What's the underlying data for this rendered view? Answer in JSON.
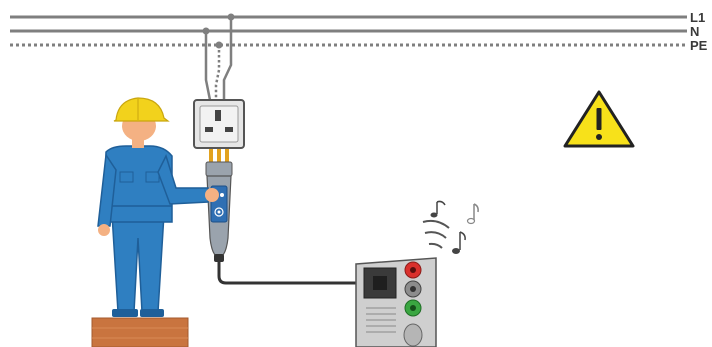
{
  "lines": [
    {
      "id": "L1",
      "label": "L1",
      "style": "solid"
    },
    {
      "id": "N",
      "label": "N",
      "style": "solid"
    },
    {
      "id": "PE",
      "label": "PE",
      "style": "dotted"
    }
  ],
  "colors": {
    "line": "#7f7f7f",
    "worker_suit": "#2f7fc1",
    "worker_suit_dark": "#1f5f99",
    "helmet": "#f2d21c",
    "skin": "#f4b183",
    "warning_fill": "#f7e11a",
    "brick": "#c9743f",
    "instrument_body": "#cfcfcf",
    "probe": "#9aa3ad",
    "probe_panel": "#2f6fb3",
    "terminal_red": "#d9302c",
    "terminal_green": "#3aa641",
    "terminal_gray": "#8c8c8c",
    "lead": "#333333"
  },
  "icons": [
    "warning-triangle-icon",
    "music-notes-icon",
    "speaker-waves-icon",
    "wall-socket-icon",
    "test-probe-icon",
    "measuring-instrument-icon",
    "worker-figure-icon"
  ]
}
